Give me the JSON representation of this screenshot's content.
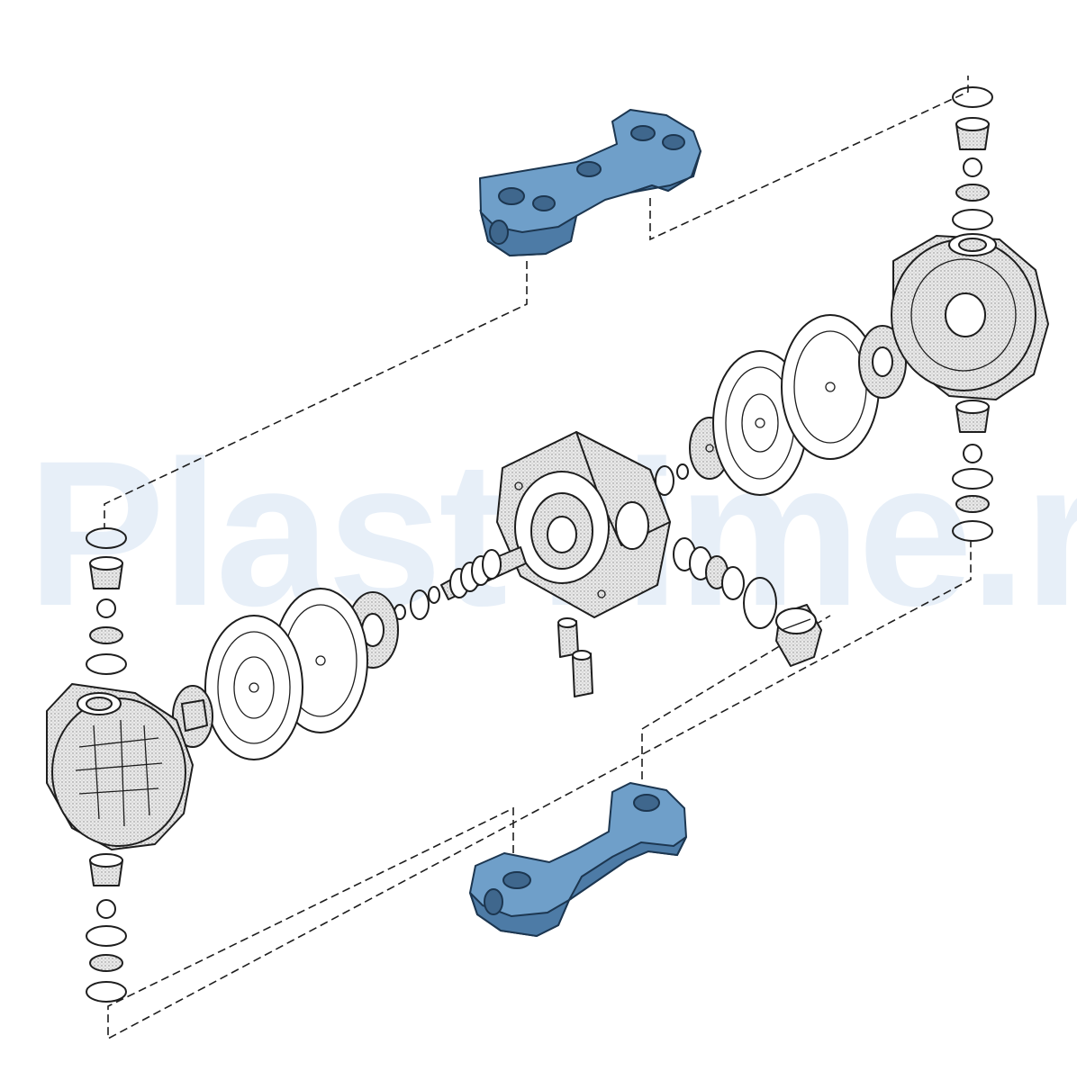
{
  "watermark": {
    "text": "PlastTime.ru",
    "color": "#dfeaf6"
  },
  "colors": {
    "manifold": "#6f9fc9",
    "manifold_shadow": "#4d7ba6",
    "line": "#1e1e1e",
    "casting": "#e7e7e7"
  },
  "parts": [
    "top-manifold",
    "bottom-manifold",
    "left-fluid-cover",
    "right-fluid-cover",
    "center-air-body",
    "left-diaphragm-outer",
    "left-diaphragm-inner",
    "left-diaphragm-plate",
    "right-diaphragm-outer",
    "right-diaphragm-inner",
    "right-diaphragm-plate",
    "shaft",
    "air-valve-spool",
    "end-cap",
    "pilot-valves",
    "left-top-valve-stack",
    "left-bottom-valve-stack",
    "right-top-valve-stack",
    "right-bottom-valve-stack"
  ]
}
